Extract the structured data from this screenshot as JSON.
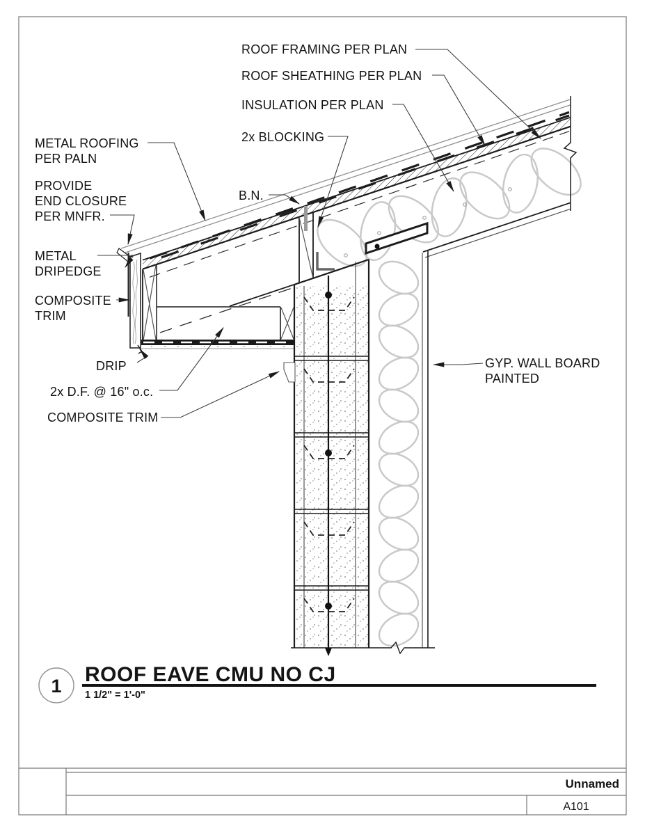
{
  "sheet": {
    "name": "Unnamed",
    "number": "A101"
  },
  "detail": {
    "number": "1",
    "title": "ROOF EAVE CMU NO CJ",
    "scale": "1 1/2\" = 1'-0\""
  },
  "callouts": {
    "roof_framing": "ROOF FRAMING PER PLAN",
    "roof_sheathing": "ROOF SHEATHING PER PLAN",
    "insulation": "INSULATION PER PLAN",
    "blocking": "2x BLOCKING",
    "bn": "B.N.",
    "metal_roofing": [
      "METAL ROOFING",
      "PER PALN"
    ],
    "end_closure": [
      "PROVIDE",
      "END CLOSURE",
      "PER MNFR."
    ],
    "metal_dripedge": [
      "METAL",
      "DRIPEDGE"
    ],
    "composite_trim_fascia": [
      "COMPOSITE",
      "TRIM"
    ],
    "drip": "DRIP",
    "df_framing": "2x D.F. @ 16\" o.c.",
    "composite_trim_soffit": "COMPOSITE TRIM",
    "gyp": [
      "GYP. WALL BOARD",
      "PAINTED"
    ]
  },
  "colors": {
    "line": "#1c1c1c",
    "light_line": "#8f8f8f",
    "insulation": "#c9c9c9",
    "stipple": "#555555"
  }
}
